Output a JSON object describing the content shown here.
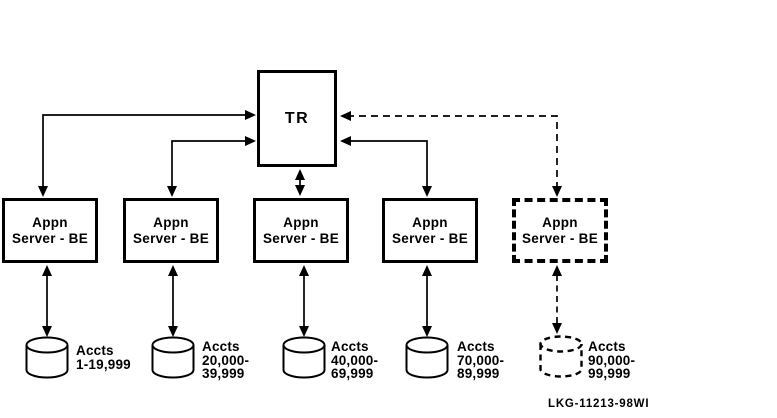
{
  "diagram": {
    "router": {
      "label": "TR"
    },
    "servers": [
      {
        "line1": "Appn",
        "line2": "Server - BE",
        "border": "solid"
      },
      {
        "line1": "Appn",
        "line2": "Server - BE",
        "border": "solid"
      },
      {
        "line1": "Appn",
        "line2": "Server - BE",
        "border": "solid"
      },
      {
        "line1": "Appn",
        "line2": "Server - BE",
        "border": "solid"
      },
      {
        "line1": "Appn",
        "line2": "Server - BE",
        "border": "dashed"
      }
    ],
    "databases": [
      {
        "icon": "database-cylinder-icon",
        "border": "solid",
        "lines": [
          "Accts",
          "1-19,999"
        ]
      },
      {
        "icon": "database-cylinder-icon",
        "border": "solid",
        "lines": [
          "Accts",
          "20,000-",
          "39,999"
        ]
      },
      {
        "icon": "database-cylinder-icon",
        "border": "solid",
        "lines": [
          "Accts",
          "40,000-",
          "69,999"
        ]
      },
      {
        "icon": "database-cylinder-icon",
        "border": "solid",
        "lines": [
          "Accts",
          "70,000-",
          "89,999"
        ]
      },
      {
        "icon": "database-cylinder-icon",
        "border": "dashed",
        "lines": [
          "Accts",
          "90,000-",
          "99,999"
        ]
      }
    ],
    "edges": [
      {
        "from": "app-server-1",
        "to": "router",
        "bidirectional": true,
        "style": "solid"
      },
      {
        "from": "app-server-2",
        "to": "router",
        "bidirectional": true,
        "style": "solid"
      },
      {
        "from": "app-server-3",
        "to": "router",
        "bidirectional": true,
        "style": "solid"
      },
      {
        "from": "app-server-4",
        "to": "router",
        "bidirectional": true,
        "style": "solid"
      },
      {
        "from": "app-server-5",
        "to": "router",
        "bidirectional": true,
        "style": "dashed"
      },
      {
        "from": "app-server-1",
        "to": "accts-db-1",
        "bidirectional": true,
        "style": "solid"
      },
      {
        "from": "app-server-2",
        "to": "accts-db-2",
        "bidirectional": true,
        "style": "solid"
      },
      {
        "from": "app-server-3",
        "to": "accts-db-3",
        "bidirectional": true,
        "style": "solid"
      },
      {
        "from": "app-server-4",
        "to": "accts-db-4",
        "bidirectional": true,
        "style": "solid"
      },
      {
        "from": "app-server-5",
        "to": "accts-db-5",
        "bidirectional": true,
        "style": "dashed"
      }
    ],
    "caption": "LKG-11213-98WI",
    "colors": {
      "foreground": "#000000",
      "background": "#ffffff"
    }
  }
}
